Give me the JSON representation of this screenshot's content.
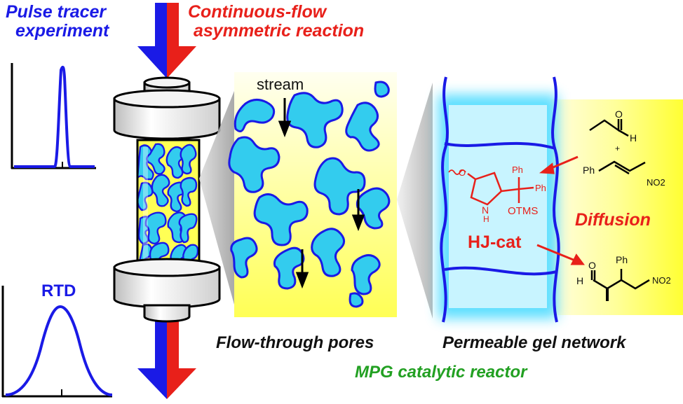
{
  "labels": {
    "pulse_line1": "Pulse tracer",
    "pulse_line2": "experiment",
    "continuous_line1": "Continuous-flow",
    "continuous_line2": "asymmetric reaction",
    "rtd": "RTD",
    "stream": "stream",
    "diffusion": "Diffusion",
    "hj_cat": "HJ-cat",
    "flow_through": "Flow-through pores",
    "permeable": "Permeable gel network",
    "mpg": "MPG catalytic reactor"
  },
  "chem": {
    "otms": "OTMS",
    "ph": "Ph",
    "nh": "N",
    "h": "H",
    "o": "O",
    "no2": "NO2",
    "plus": "+"
  },
  "colors": {
    "blue": "#1a1ae6",
    "red": "#e8201a",
    "cyan": "#33ccee",
    "yellow": "#ffff66",
    "green": "#22a022"
  }
}
